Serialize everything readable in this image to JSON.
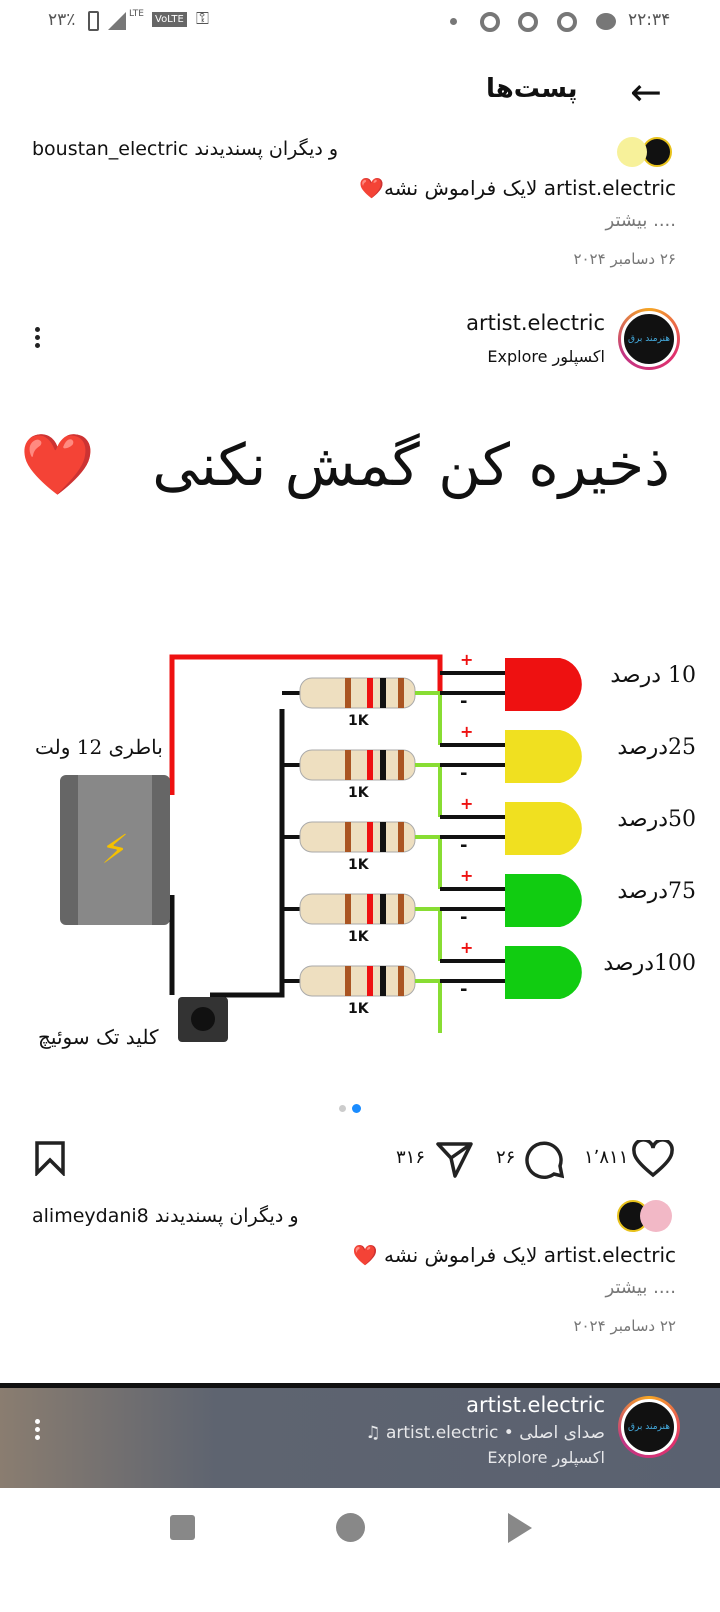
{
  "status_bar": {
    "battery": "۲۳٪",
    "volte": "VoLTE",
    "lte": "LTE",
    "time": "۲۲:۳۴"
  },
  "header": {
    "title": "پست‌ها"
  },
  "post1": {
    "liked_by_user": "boustan_electric",
    "liked_by_suffix": "و دیگران پسندیدند",
    "caption_user": "artist.electric",
    "caption_text": "لایک فراموش نشه❤️",
    "more": ".... بیشتر",
    "date": "۲۶ دسامبر ۲۰۲۴"
  },
  "post2": {
    "username": "artist.electric",
    "subtitle": "اکسپلور Explore",
    "image": {
      "headline": "ذخیره کن گمش نکنی",
      "heart": "❤️",
      "battery_label": "باطری 12 ولت",
      "switch_label": "کلید تک سوئیچ",
      "resistor_label": "1K",
      "plus": "+",
      "minus": "-",
      "leds": [
        {
          "label": "10 درصد",
          "color": "#e11"
        },
        {
          "label": "25درصد",
          "color": "#f0e020"
        },
        {
          "label": "50درصد",
          "color": "#f0e020"
        },
        {
          "label": "75درصد",
          "color": "#1c1"
        },
        {
          "label": "100درصد",
          "color": "#1c1"
        }
      ]
    },
    "carousel": {
      "count": 2,
      "active": 1
    },
    "likes": "۱٬۸۱۱",
    "comments": "۲۶",
    "shares": "۳۱۶",
    "liked_by_user": "alimeydani8",
    "liked_by_suffix": "و دیگران پسندیدند",
    "caption_user": "artist.electric",
    "caption_text": "لایک فراموش نشه ❤️",
    "more": ".... بیشتر",
    "date": "۲۲ دسامبر ۲۰۲۴"
  },
  "post3": {
    "username": "artist.electric",
    "audio": "صدای اصلی • artist.electric",
    "subtitle": "اکسپلور Explore"
  },
  "avatar_text": "هنرمند برق"
}
